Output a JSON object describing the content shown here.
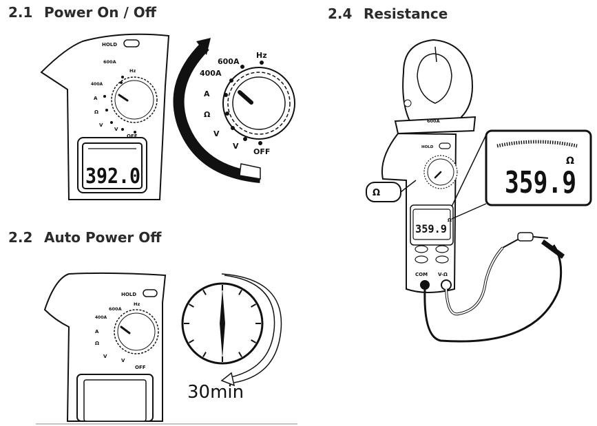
{
  "sections": {
    "s21": {
      "number": "2.1",
      "title": "Power On / Off"
    },
    "s22": {
      "number": "2.2",
      "title": "Auto Power Off"
    },
    "s24": {
      "number": "2.4",
      "title": "Resistance"
    }
  },
  "dial_labels": {
    "hold": "HOLD",
    "a600": "600A",
    "hz": "Hz",
    "a400": "400A",
    "a_ac": "A",
    "ohm": "Ω",
    "v_dc": "V",
    "v_ac": "V",
    "off": "OFF"
  },
  "meter_21": {
    "reading": "392.0"
  },
  "dial_enlarged": {
    "a600": "600A",
    "hz": "Hz",
    "a400": "400A",
    "a_ac": "A",
    "ohm": "Ω",
    "v_dc": "V",
    "v_ac": "V",
    "off": "OFF"
  },
  "timer": {
    "label": "30min"
  },
  "meter_24": {
    "model": "600A",
    "reading": "359.9",
    "unit": "Ω",
    "callout_reading": "359.9",
    "callout_unit": "Ω",
    "ohm_badge": "Ω",
    "com": "COM",
    "v_ohm": "V-Ω"
  }
}
